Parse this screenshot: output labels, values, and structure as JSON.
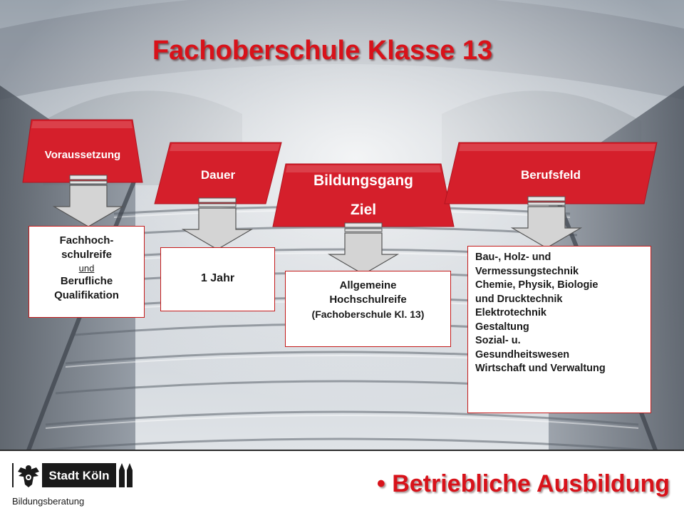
{
  "title": "Fachoberschule Klasse 13",
  "tabs": {
    "voraussetzung": "Voraussetzung",
    "dauer": "Dauer",
    "bildungsgang_line1": "Bildungsgang",
    "bildungsgang_line2": "Ziel",
    "berufsfeld": "Berufsfeld"
  },
  "boxes": {
    "voraussetzung": {
      "line1": "Fachhoch-",
      "line2": "schulreife",
      "line3": "und",
      "line4": "Berufliche",
      "line5": "Qualifikation"
    },
    "dauer": "1 Jahr",
    "ziel": {
      "line1": "Allgemeine",
      "line2": "Hochschulreife",
      "line3": "(Fachoberschule Kl. 13)"
    },
    "berufsfeld": [
      "Bau-, Holz- und",
      "Vermessungstechnik",
      "Chemie, Physik, Biologie",
      "und Drucktechnik",
      "Elektrotechnik",
      "Gestaltung",
      "Sozial- u.",
      "Gesundheitswesen",
      "Wirtschaft und Verwaltung"
    ]
  },
  "footer": {
    "logo_text": "Stadt Köln",
    "department": "Bildungsberatung",
    "bullet_link": "Betriebliche Ausbildung"
  },
  "colors": {
    "accent_red": "#d8121a",
    "tab_red": "#d51f2b"
  }
}
